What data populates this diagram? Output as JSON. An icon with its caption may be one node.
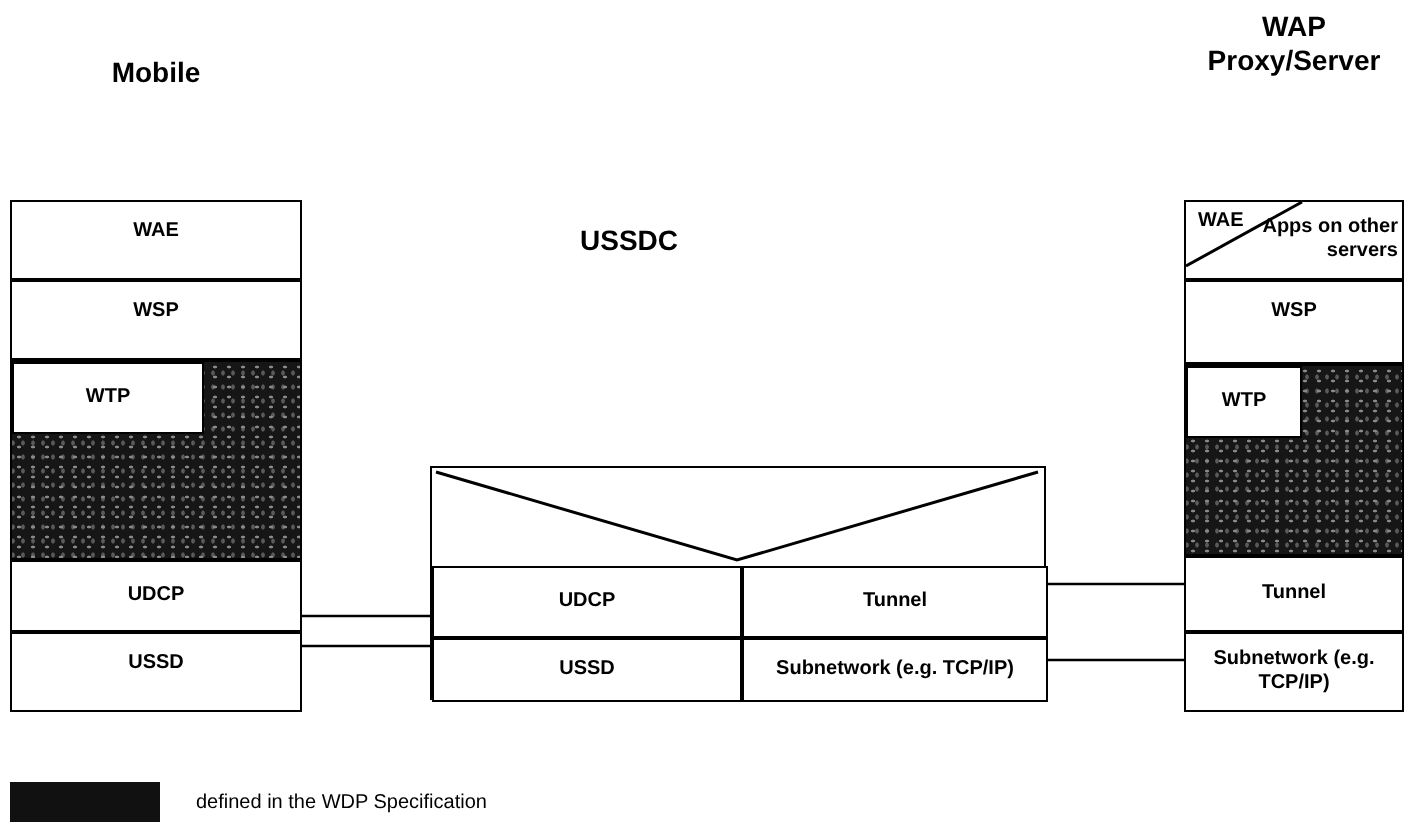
{
  "diagram": {
    "nodes": [
      {
        "text": [
          "Mobile"
        ]
      },
      {
        "text": [
          "WAE"
        ],
        "in": 0
      },
      {
        "text": [
          "WSP"
        ],
        "in": 0
      },
      {
        "text": [],
        "shape": "box",
        "in": 0
      },
      {
        "text": [
          "WTP"
        ],
        "in": 3
      },
      {
        "text": [
          "UDCP"
        ],
        "in": 0
      },
      {
        "text": [
          "USSD"
        ],
        "in": 0
      },
      {
        "text": [],
        "shape": "box"
      },
      {
        "text": [
          "UDCP"
        ],
        "in": 7
      },
      {
        "text": [
          "Tunnel"
        ],
        "in": 7
      },
      {
        "text": [
          "USSD"
        ],
        "in": 7
      },
      {
        "text": [
          "Subnetwork (e.g. TCP/IP)"
        ],
        "in": 7
      },
      {
        "text": [
          "WAP Proxy/Server"
        ]
      },
      {
        "text": [
          "WAE",
          "Apps on other servers"
        ],
        "in": 12
      },
      {
        "text": [
          "WSP"
        ],
        "in": 12
      },
      {
        "text": [],
        "shape": "box",
        "in": 12
      },
      {
        "text": [
          "WTP"
        ],
        "in": 15
      },
      {
        "text": [
          "Tunnel"
        ],
        "in": 12
      },
      {
        "text": [
          "Subnetwork (e.g. TCP/IP)"
        ],
        "in": 12
      }
    ],
    "edges": [
      {
        "from": 5,
        "to": 8,
        "arrow": "none"
      },
      {
        "from": 6,
        "to": 10,
        "arrow": "none"
      },
      {
        "from": 9,
        "to": 17,
        "arrow": "none"
      },
      {
        "from": 11,
        "to": 18,
        "arrow": "none"
      }
    ],
    "labels": [
      "USSDC"
    ],
    "legend": [
      {
        "text": "defined in the WDP Specification",
        "color": "#111111"
      }
    ]
  }
}
